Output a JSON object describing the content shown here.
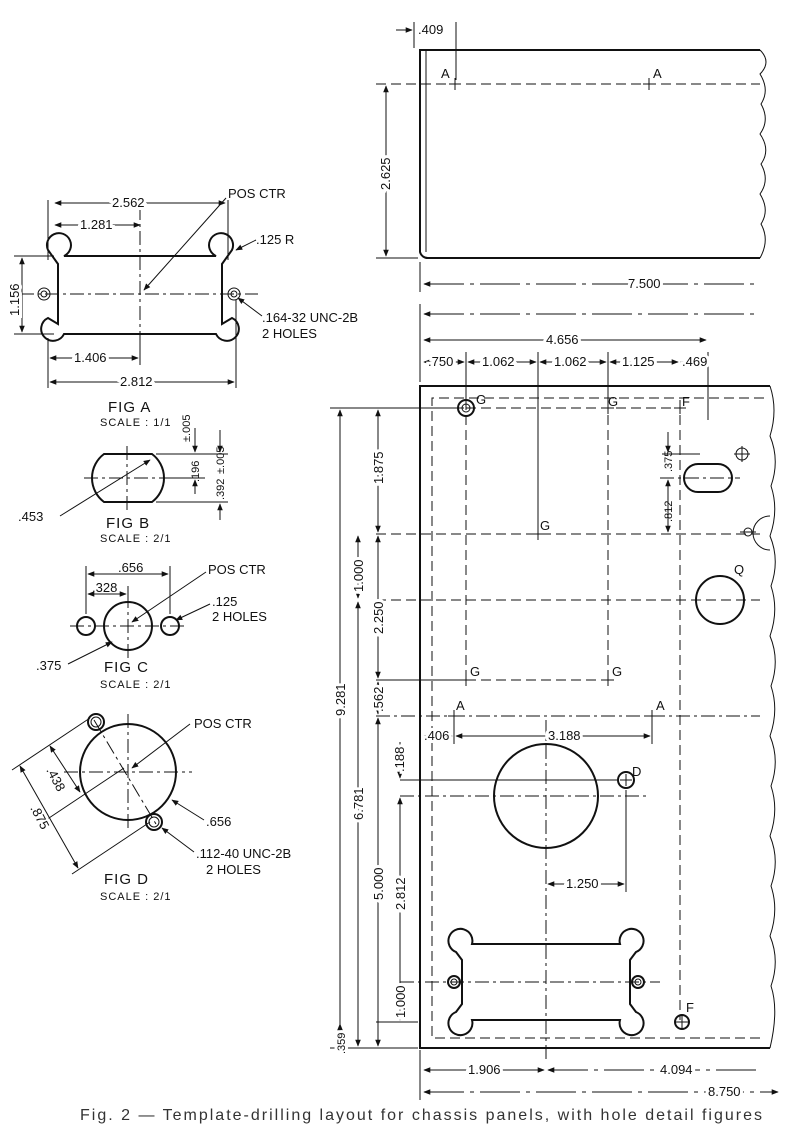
{
  "caption": "Fig. 2 — Template-drilling layout for chassis panels, with hole detail figures",
  "figures": {
    "fig_a": {
      "title": "FIG A",
      "scale": "SCALE : 1/1",
      "dims": {
        "d2562": "2.562",
        "d1281": "1.281",
        "d1156": "1.156",
        "d1406": "1.406",
        "d2812": "2.812"
      },
      "notes": {
        "pos_ctr": "POS CTR",
        "radius": ".125 R",
        "tap": ".164-32 UNC-2B",
        "holes": "2 HOLES"
      }
    },
    "fig_b": {
      "title": "FIG B",
      "scale": "SCALE : 2/1",
      "dims": {
        "d453": ".453",
        "d196": ".196",
        "d392": ".392",
        "tol": "±.005"
      }
    },
    "fig_c": {
      "title": "FIG C",
      "scale": "SCALE : 2/1",
      "dims": {
        "d656": ".656",
        "d328": ".328",
        "d375": ".375",
        "d125": ".125"
      },
      "notes": {
        "pos_ctr": "POS CTR",
        "holes": "2 HOLES"
      }
    },
    "fig_d": {
      "title": "FIG D",
      "scale": "SCALE : 2/1",
      "dims": {
        "d438": ".438",
        "d875": ".875",
        "d656": ".656"
      },
      "notes": {
        "pos_ctr": "POS CTR",
        "tap": ".112-40 UNC-2B",
        "holes": "2 HOLES"
      }
    }
  },
  "top_panel": {
    "dims": {
      "d409": ".409",
      "d2625": "2.625",
      "d7500": "7.500"
    },
    "markers": [
      "A",
      "A"
    ]
  },
  "main_panel": {
    "dims_top": {
      "d4656": "4.656",
      "d750": ".750",
      "d1062a": "1.062",
      "d1062b": "1.062",
      "d1125": "1.125",
      "d469": ".469"
    },
    "dims_left": {
      "d9281": "9.281",
      "d1875": "1.875",
      "d1000": "1.000",
      "d2250": "2.250",
      "d562": ".562",
      "d6781": "6.781",
      "d5000": "5.000",
      "d2812": "2.812",
      "d188": ".188",
      "d1000b": "1.000",
      "d359": ".359"
    },
    "dims_misc": {
      "d375": ".375",
      "d812": ".812",
      "d406": ".406",
      "d3188": "3.188",
      "d1250": "1.250"
    },
    "dims_bottom": {
      "d1906": "1.906",
      "d4094": "4.094",
      "d8750": "8.750"
    },
    "markers": {
      "g1": "G",
      "g2": "G",
      "g3": "G",
      "g4": "G",
      "g5": "G",
      "f1": "F",
      "f2": "F",
      "q": "Q",
      "a1": "A",
      "a2": "A",
      "d": "D"
    }
  }
}
